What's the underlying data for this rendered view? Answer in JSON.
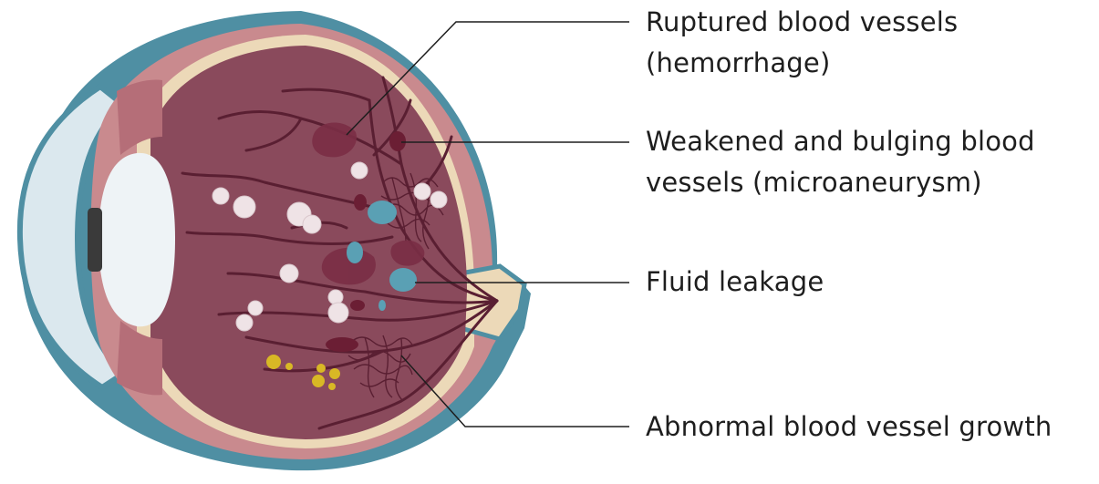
{
  "labels": {
    "hemorrhage": {
      "line1": "Ruptured blood vessels",
      "line2": "(hemorrhage)"
    },
    "microaneurysm": {
      "line1": "Weakened and bulging blood",
      "line2": "vessels (microaneurysm)"
    },
    "fluid": {
      "line1": "Fluid leakage"
    },
    "growth": {
      "line1": "Abnormal blood vessel growth"
    }
  },
  "colors": {
    "sclera_outer": "#4f8fa3",
    "sclera_inner": "#c98a8e",
    "cornea": "#dbe8ee",
    "lens": "#eef3f6",
    "retina_fill": "#8a4a5c",
    "choroid_band": "#ecd9b8",
    "vessel": "#5a1f32",
    "fluid": "#5aa0b4",
    "exudate_white": "#efe3e6",
    "exudate_yellow": "#d8b825",
    "leader_line": "#1e1e1e"
  }
}
